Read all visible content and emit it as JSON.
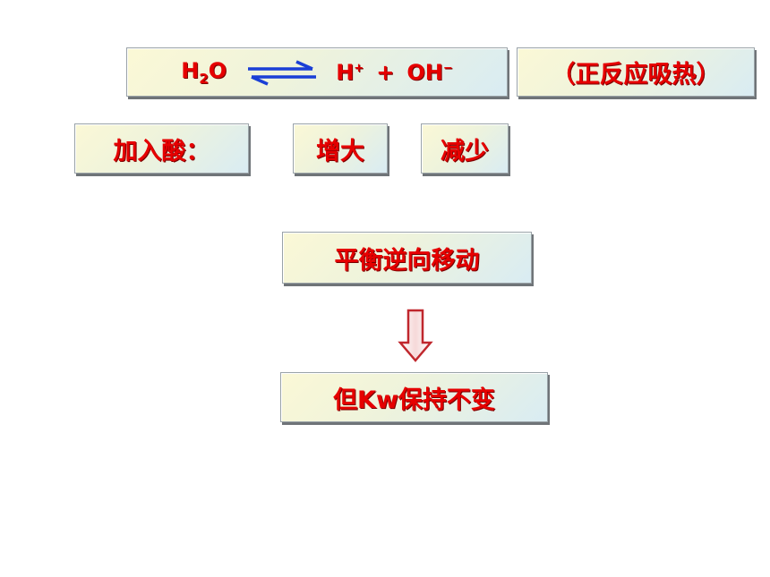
{
  "equation": {
    "reactant_base": "H",
    "reactant_sub": "2",
    "reactant_tail": "O",
    "product1_base": "H",
    "product1_sup": "+",
    "plus": "+",
    "product2_base": "OH",
    "product2_sup": "−"
  },
  "reaction_note": "（正反应吸热）",
  "condition_label": "加入酸：",
  "change_increase": "增大",
  "change_decrease": "减少",
  "shift_result": "平衡逆向移动",
  "conclusion": "但Kw保持不变",
  "colors": {
    "text": "#e60000",
    "arrow_blue": "#1a3fd6",
    "down_arrow_outline": "#c0272d"
  },
  "icons": {
    "equilibrium": "equilibrium-arrows-icon",
    "result": "down-arrow-icon"
  }
}
